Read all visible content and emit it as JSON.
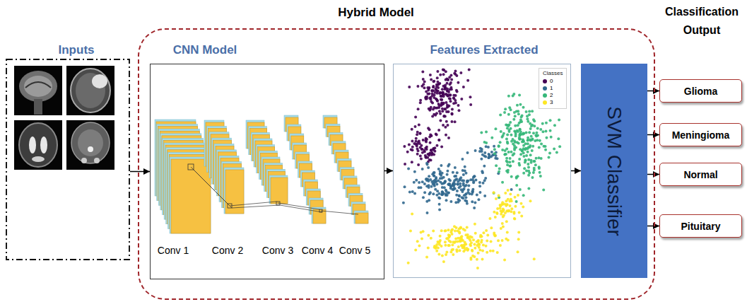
{
  "diagram": {
    "nodes": [
      {
        "text": [
          "Hybrid Model"
        ]
      },
      {
        "text": [
          "Inputs"
        ]
      },
      {
        "text": [
          "CNN Model"
        ],
        "in": 0
      },
      {
        "text": [
          "Features Extracted"
        ],
        "in": 0
      },
      {
        "text": [
          "SVM Classifier"
        ],
        "in": 0
      },
      {
        "text": [
          "Glioma"
        ]
      },
      {
        "text": [
          "Meningioma"
        ]
      },
      {
        "text": [
          "Normal"
        ]
      },
      {
        "text": [
          "Pituitary"
        ]
      }
    ],
    "edges": [
      {
        "from": 1,
        "to": 2,
        "arrow": "to"
      },
      {
        "from": 2,
        "to": 3,
        "arrow": "to"
      },
      {
        "from": 3,
        "to": 4,
        "arrow": "to"
      },
      {
        "from": 4,
        "to": 5,
        "arrow": "to"
      },
      {
        "from": 4,
        "to": 6,
        "arrow": "to"
      },
      {
        "from": 4,
        "to": 7,
        "arrow": "to"
      },
      {
        "from": 4,
        "to": 8,
        "arrow": "to"
      }
    ],
    "labels": [
      "Classification Output",
      "Conv 1",
      "Conv 2",
      "Conv 3",
      "Conv 4",
      "Conv 5",
      "Classes"
    ],
    "legend": [
      {
        "text": "0",
        "color": "#440154"
      },
      {
        "text": "1",
        "color": "#31688e"
      },
      {
        "text": "2",
        "color": "#35b779"
      },
      {
        "text": "3",
        "color": "#fde725"
      }
    ]
  }
}
